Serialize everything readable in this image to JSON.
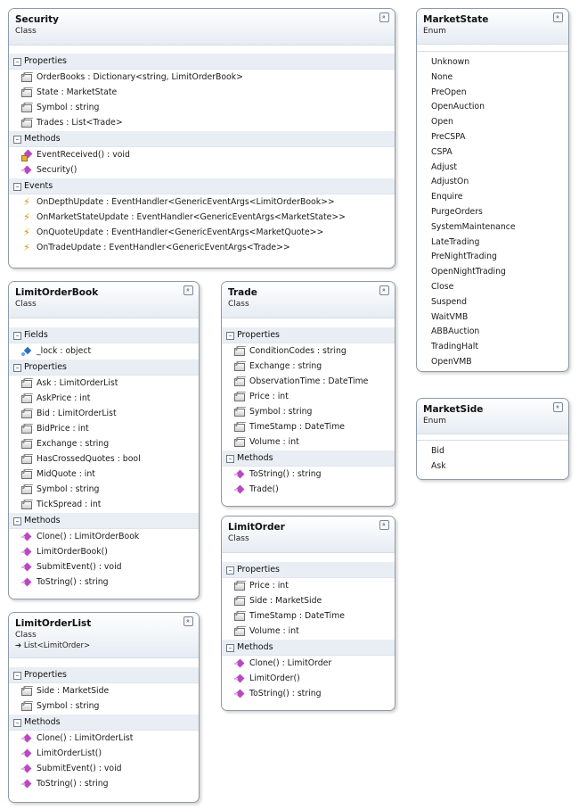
{
  "colors": {
    "border": "#8f9aa8",
    "header_gradient_end": "#e6ecf3",
    "section_bg": "#e9eef4",
    "method_icon": "#b84ac0",
    "event_icon": "#e08a00",
    "field_icon": "#2f6fba"
  },
  "icons": {
    "collapse_toggle": "chevron-up-icon",
    "section_toggle": "minus-square-icon",
    "property": "property-icon",
    "method": "method-icon",
    "event": "lightning-event-icon",
    "field": "field-icon",
    "inheritance": "arrow-right-icon"
  },
  "security": {
    "title": "Security",
    "kind": "Class",
    "sections": [
      {
        "label": "Properties",
        "icon": "property",
        "members": [
          "OrderBooks : Dictionary<string, LimitOrderBook>",
          "State : MarketState",
          "Symbol : string",
          "Trades : List<Trade>"
        ]
      },
      {
        "label": "Methods",
        "icon": "method",
        "members": [
          "EventReceived() : void",
          "Security()"
        ]
      },
      {
        "label": "Events",
        "icon": "event",
        "members": [
          "OnDepthUpdate : EventHandler<GenericEventArgs<LimitOrderBook>>",
          "OnMarketStateUpdate :  EventHandler<GenericEventArgs<MarketState>>",
          "OnQuoteUpdate : EventHandler<GenericEventArgs<MarketQuote>>",
          "OnTradeUpdate : EventHandler<GenericEventArgs<Trade>>"
        ]
      }
    ]
  },
  "limit_order_book": {
    "title": "LimitOrderBook",
    "kind": "Class",
    "sections": [
      {
        "label": "Fields",
        "icon": "field",
        "members": [
          "_lock : object"
        ]
      },
      {
        "label": "Properties",
        "icon": "property",
        "members": [
          "Ask : LimitOrderList",
          "AskPrice : int",
          "Bid : LimitOrderList",
          "BidPrice : int",
          "Exchange : string",
          "HasCrossedQuotes : bool",
          "MidQuote : int",
          "Symbol : string",
          "TickSpread : int"
        ]
      },
      {
        "label": "Methods",
        "icon": "method",
        "members": [
          "Clone() : LimitOrderBook",
          "LimitOrderBook()",
          "SubmitEvent() : void",
          "ToString() : string"
        ]
      }
    ]
  },
  "limit_order_list": {
    "title": "LimitOrderList",
    "kind": "Class",
    "base": "List<LimitOrder>",
    "sections": [
      {
        "label": "Properties",
        "icon": "property",
        "members": [
          "Side : MarketSide",
          "Symbol : string"
        ]
      },
      {
        "label": "Methods",
        "icon": "method",
        "members": [
          "Clone() : LimitOrderList",
          "LimitOrderList()",
          "SubmitEvent() : void",
          "ToString() : string"
        ]
      }
    ]
  },
  "trade": {
    "title": "Trade",
    "kind": "Class",
    "sections": [
      {
        "label": "Properties",
        "icon": "property",
        "members": [
          "ConditionCodes : string",
          "Exchange : string",
          "ObservationTime : DateTime",
          "Price : int",
          "Symbol : string",
          "TimeStamp : DateTime",
          "Volume : int"
        ]
      },
      {
        "label": "Methods",
        "icon": "method",
        "members": [
          "ToString() : string",
          "Trade()"
        ]
      }
    ]
  },
  "limit_order": {
    "title": "LimitOrder",
    "kind": "Class",
    "sections": [
      {
        "label": "Properties",
        "icon": "property",
        "members": [
          "Price : int",
          "Side : MarketSide",
          "TimeStamp : DateTime",
          "Volume : int"
        ]
      },
      {
        "label": "Methods",
        "icon": "method",
        "members": [
          "Clone() : LimitOrder",
          "LimitOrder()",
          "ToString() : string"
        ]
      }
    ]
  },
  "market_state": {
    "title": "MarketState",
    "kind": "Enum",
    "values": [
      "Unknown",
      "None",
      "PreOpen",
      "OpenAuction",
      "Open",
      "PreCSPA",
      "CSPA",
      "Adjust",
      "AdjustOn",
      "Enquire",
      "PurgeOrders",
      "SystemMaintenance",
      "LateTrading",
      "PreNightTrading",
      "OpenNightTrading",
      "Close",
      "Suspend",
      "WaitVMB",
      "ABBAuction",
      "TradingHalt",
      "OpenVMB"
    ]
  },
  "market_side": {
    "title": "MarketSide",
    "kind": "Enum",
    "values": [
      "Bid",
      "Ask"
    ]
  }
}
